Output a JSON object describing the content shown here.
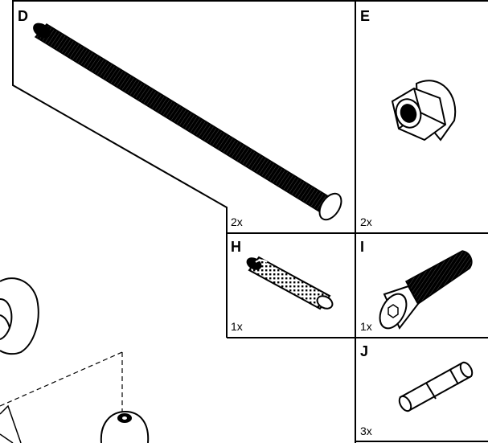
{
  "parts": {
    "D": {
      "letter": "D",
      "qty": "2x"
    },
    "E": {
      "letter": "E",
      "qty": "2x"
    },
    "H": {
      "letter": "H",
      "qty": "1x"
    },
    "I": {
      "letter": "I",
      "qty": "1x"
    },
    "J": {
      "letter": "J",
      "qty": "3x"
    }
  }
}
